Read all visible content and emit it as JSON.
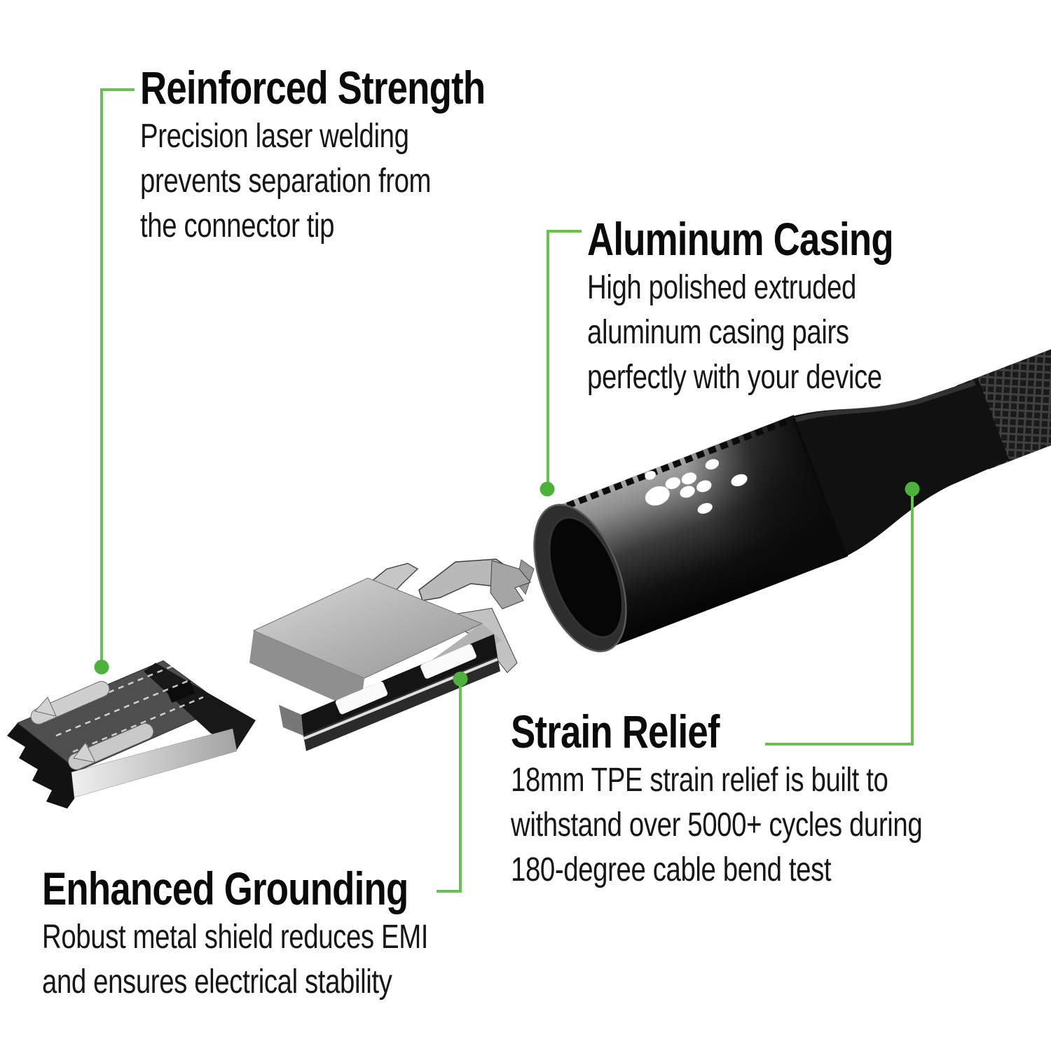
{
  "title": "Braided micro-USB cable exploded-view feature diagram",
  "colors": {
    "background": "#ffffff",
    "callout_line_green": "#6cc04f",
    "callout_dot_green": "#4db13b",
    "heading_text": "#0a0a0a",
    "body_text": "#161616",
    "casing_black": "#0d0d0d",
    "metal_gray": "#b5b5b5"
  },
  "callouts": {
    "reinforced_strength": {
      "title": "Reinforced Strength",
      "body": "Precision laser welding\nprevents separation from\nthe connector tip"
    },
    "aluminum_casing": {
      "title": "Aluminum Casing",
      "body": "High polished extruded\naluminum casing pairs\nperfectly with your device"
    },
    "strain_relief": {
      "title": "Strain Relief",
      "body": "18mm TPE strain relief is built to\nwithstand over 5000+ cycles during\n180-degree cable bend test"
    },
    "enhanced_grounding": {
      "title": "Enhanced Grounding",
      "body": "Robust metal shield reduces EMI\nand ensures electrical stability"
    }
  },
  "illustration": {
    "parts": [
      "micro-usb-connector-tip",
      "metal-grounding-shield",
      "aluminum-casing",
      "tpe-strain-relief",
      "braided-cable"
    ],
    "logo": "belkin-dots-logo"
  }
}
